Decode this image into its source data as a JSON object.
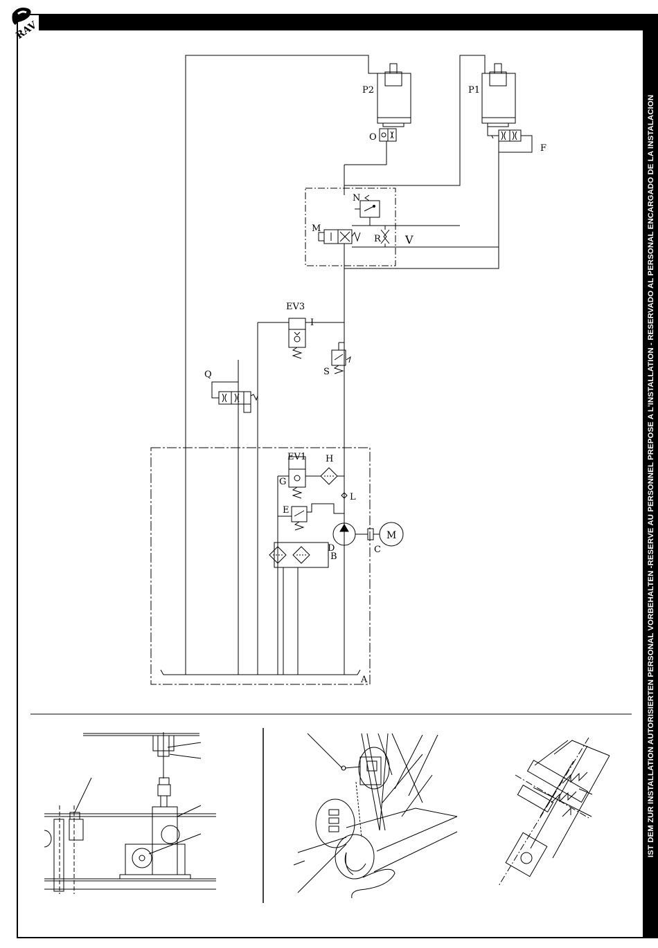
{
  "header": {
    "logo_text": "RAV",
    "side_banner": "IST DEM ZUR INSTALLATION AUTORISIERTEN PERSONAL VORBEHALTEN -RESERVE AU PERSONNEL PREPOSE A L'INSTALLATION - RESERVADO AL PERSONAL ENCARGADO DE LA INSTALACION"
  },
  "schematic": {
    "labels": {
      "p2": "P2",
      "p1": "P1",
      "o": "O",
      "f": "F",
      "n": "N",
      "m_valve": "M",
      "r": "R",
      "v": "V",
      "ev3": "EV3",
      "i": "I",
      "s": "S",
      "q": "Q",
      "ev1": "EV1",
      "g": "G",
      "h": "H",
      "l": "L",
      "e": "E",
      "d": "D",
      "c": "C",
      "motor": "M",
      "b": "B",
      "a": "A"
    }
  }
}
